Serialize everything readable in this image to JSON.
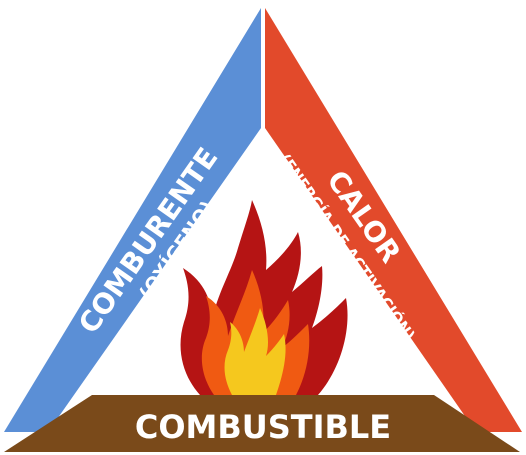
{
  "diagram": {
    "left_side": {
      "title": "COMBURENTE",
      "subtitle": "(OXÍGENO)",
      "color": "#5b8fd6"
    },
    "right_side": {
      "title": "CALOR",
      "subtitle": "(ENERGÍA DE ACTIVACIÓN)",
      "color": "#e24a2b"
    },
    "base": {
      "title": "COMBUSTIBLE",
      "color": "#7a4a1a"
    },
    "flame": {
      "icon": "flame-icon",
      "outer_color": "#b51414",
      "middle_color": "#f05a12",
      "inner_color": "#f5c81e"
    }
  }
}
